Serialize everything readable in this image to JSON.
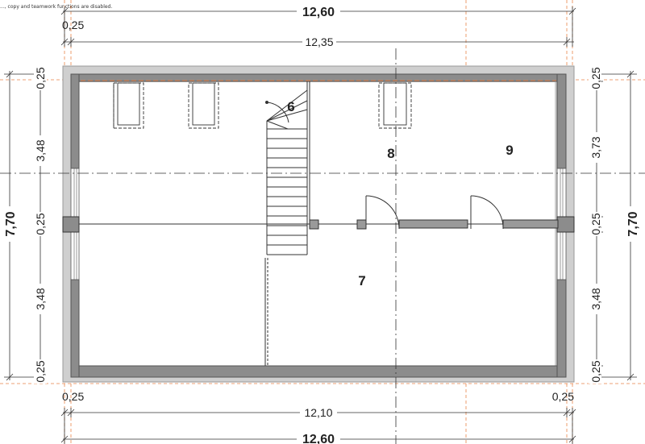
{
  "notice": "..., copy and teamwork functions are disabled.",
  "colors": {
    "wall": "#8c8c8c",
    "wall_outline": "#555555",
    "outer_band": "#c8c8c8",
    "guide_orange": "#e8844a",
    "axis": "#333333"
  },
  "dimensions": {
    "top_total": "12,60",
    "top_offset": "0,25",
    "top_inner": "12,35",
    "bottom_left_offset": "0,25",
    "bottom_right_offset": "0,25",
    "bottom_inner": "12,10",
    "bottom_total": "12,60",
    "left_total": "7,70",
    "left_segments": [
      "0,25",
      "3,48",
      "0,25",
      "3,48",
      "0,25"
    ],
    "right_total": "7,70",
    "right_segments": [
      "0,25",
      "3,73",
      "0,25",
      "3,48",
      "0,25"
    ]
  },
  "rooms": {
    "stair_room": "6",
    "hall": "8",
    "room_right": "9",
    "room_lower": "7"
  }
}
